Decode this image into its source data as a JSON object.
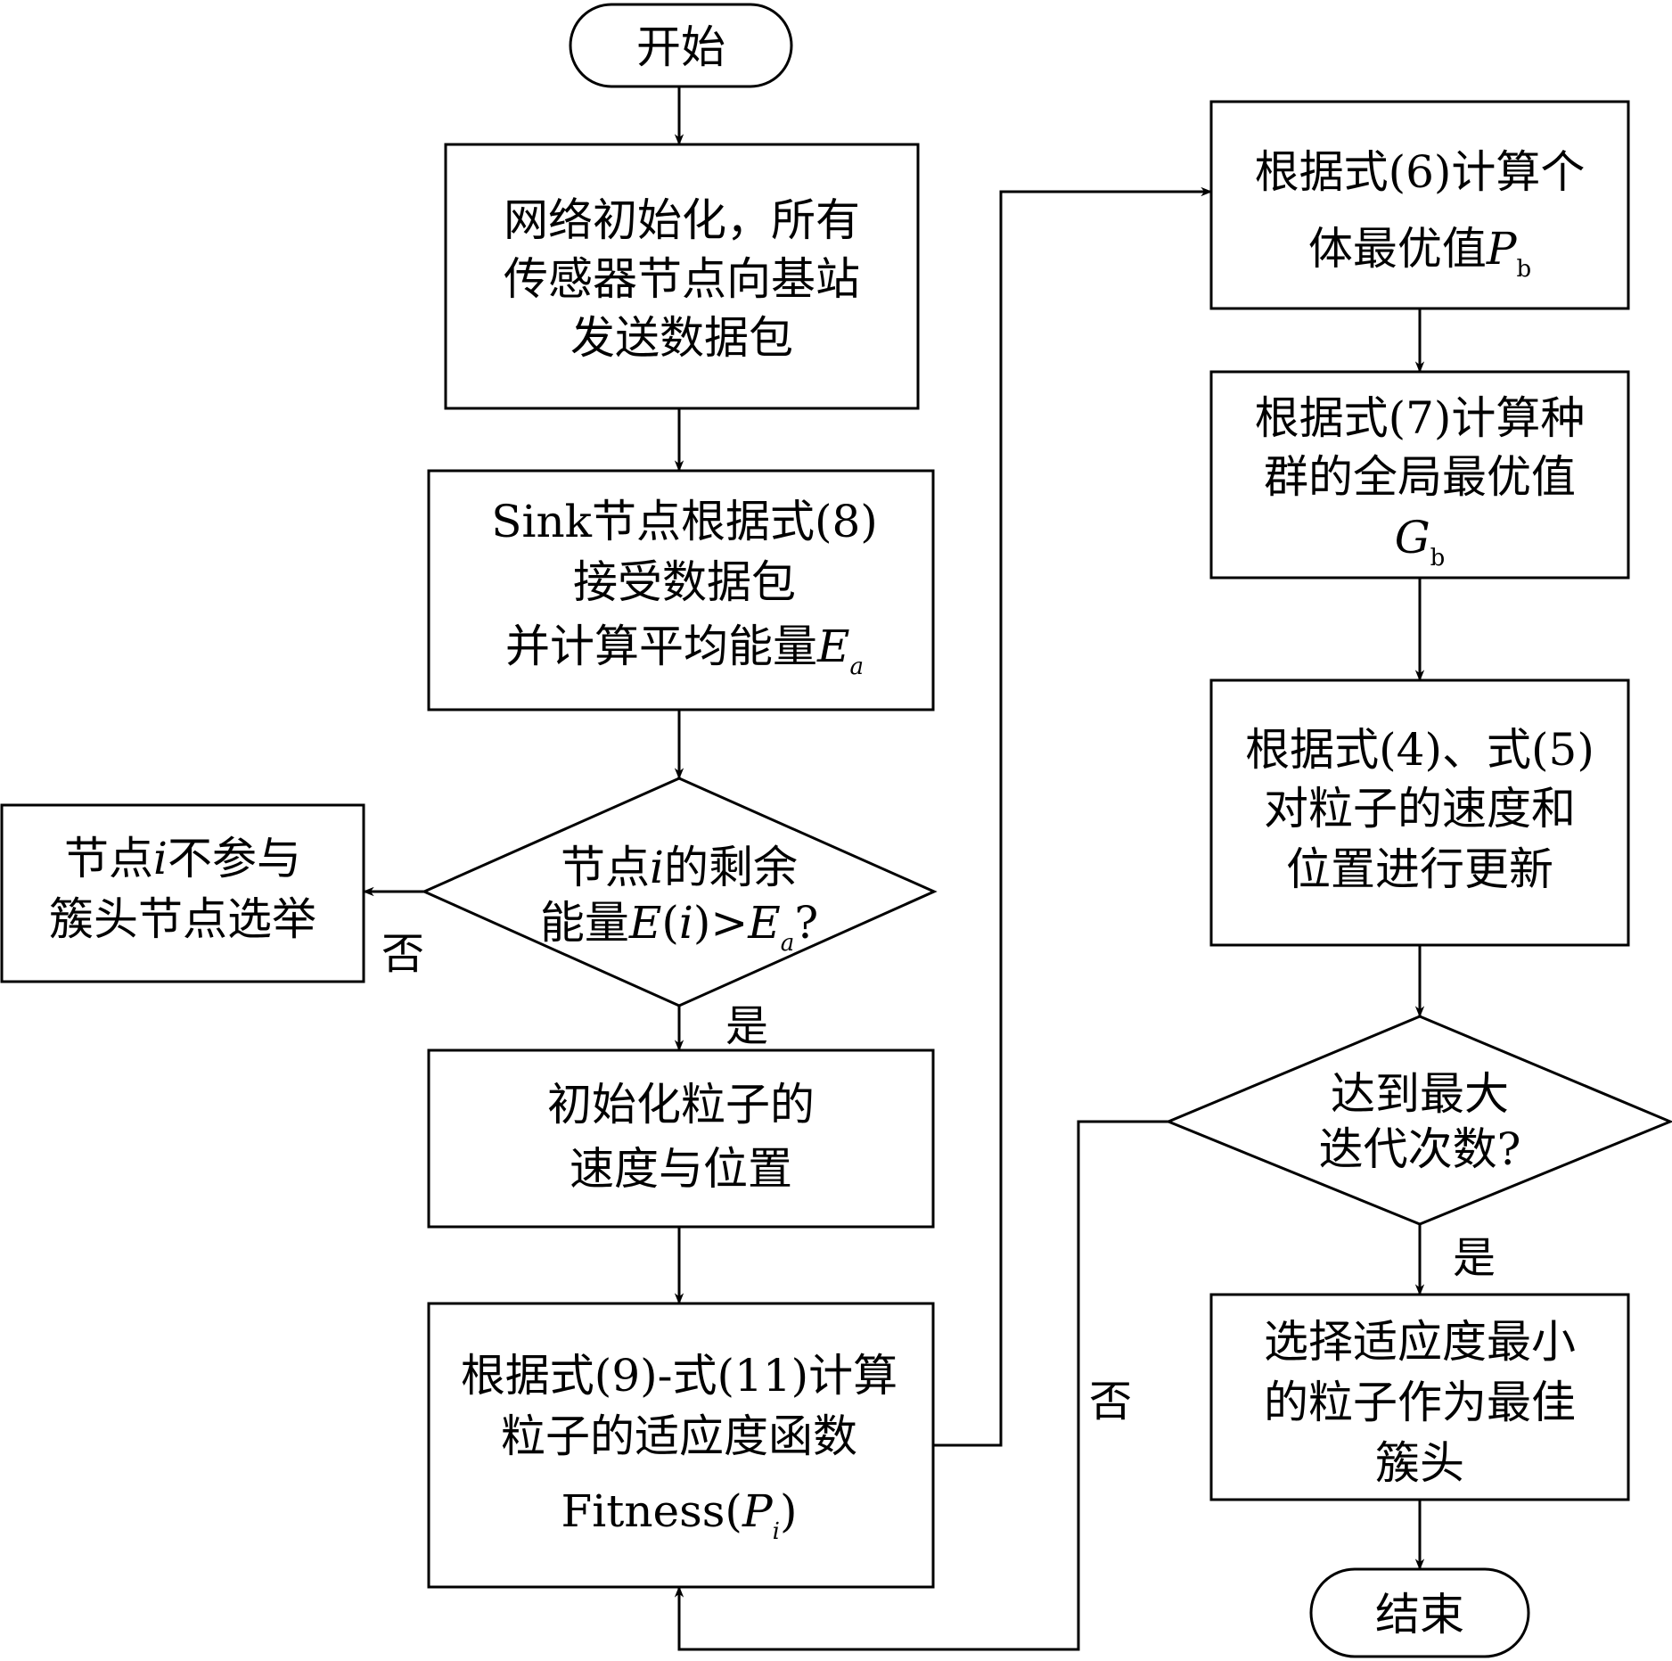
{
  "nodes": {
    "start": {
      "lines": [
        [
          {
            "t": "开始"
          }
        ]
      ]
    },
    "init_network": {
      "lines": [
        [
          {
            "t": "网络初始化，所有"
          }
        ],
        [
          {
            "t": "传感器节点向基站"
          }
        ],
        [
          {
            "t": "发送数据包"
          }
        ]
      ]
    },
    "sink_receive": {
      "lines": [
        [
          {
            "t": "Sink节点根据式(8)"
          }
        ],
        [
          {
            "t": "接受数据包"
          }
        ],
        [
          {
            "t": "并计算平均能量"
          },
          {
            "t": "E",
            "i": true
          },
          {
            "t": "a",
            "i": true,
            "sub": true
          }
        ]
      ]
    },
    "energy_check": {
      "lines": [
        [
          {
            "t": "节点"
          },
          {
            "t": "i",
            "i": true
          },
          {
            "t": "的剩余"
          }
        ],
        [
          {
            "t": "能量"
          },
          {
            "t": "E",
            "i": true
          },
          {
            "t": "("
          },
          {
            "t": "i",
            "i": true
          },
          {
            "t": ")>"
          },
          {
            "t": "E",
            "i": true
          },
          {
            "t": "a",
            "i": true,
            "sub": true
          },
          {
            "t": "?"
          }
        ]
      ]
    },
    "no_election": {
      "lines": [
        [
          {
            "t": "节点"
          },
          {
            "t": "i",
            "i": true
          },
          {
            "t": "不参与"
          }
        ],
        [
          {
            "t": "簇头节点选举"
          }
        ]
      ]
    },
    "init_particles": {
      "lines": [
        [
          {
            "t": "初始化粒子的"
          }
        ],
        [
          {
            "t": "速度与位置"
          }
        ]
      ]
    },
    "fitness": {
      "lines": [
        [
          {
            "t": "根据式(9)-式(11)计算"
          }
        ],
        [
          {
            "t": "粒子的适应度函数"
          }
        ],
        [
          {
            "t": "Fitness("
          },
          {
            "t": "P",
            "i": true
          },
          {
            "t": "i",
            "i": true,
            "sub": true
          },
          {
            "t": ")"
          }
        ]
      ]
    },
    "personal_best": {
      "lines": [
        [
          {
            "t": "根据式(6)计算个"
          }
        ],
        [
          {
            "t": "体最优值"
          },
          {
            "t": "P",
            "i": true
          },
          {
            "t": "b",
            "sub": true
          }
        ]
      ]
    },
    "global_best": {
      "lines": [
        [
          {
            "t": "根据式(7)计算种"
          }
        ],
        [
          {
            "t": "群的全局最优值"
          }
        ],
        [
          {
            "t": "G",
            "i": true
          },
          {
            "t": "b",
            "sub": true
          }
        ]
      ]
    },
    "update_particles": {
      "lines": [
        [
          {
            "t": "根据式(4)、式(5)"
          }
        ],
        [
          {
            "t": "对粒子的速度和"
          }
        ],
        [
          {
            "t": "位置进行更新"
          }
        ]
      ]
    },
    "max_iter": {
      "lines": [
        [
          {
            "t": "达到最大"
          }
        ],
        [
          {
            "t": "迭代次数?"
          }
        ]
      ]
    },
    "select_head": {
      "lines": [
        [
          {
            "t": "选择适应度最小"
          }
        ],
        [
          {
            "t": "的粒子作为最佳"
          }
        ],
        [
          {
            "t": "簇头"
          }
        ]
      ]
    },
    "end": {
      "lines": [
        [
          {
            "t": "结束"
          }
        ]
      ]
    }
  },
  "edge_labels": {
    "energy_no": "否",
    "energy_yes": "是",
    "iter_no": "否",
    "iter_yes": "是"
  }
}
